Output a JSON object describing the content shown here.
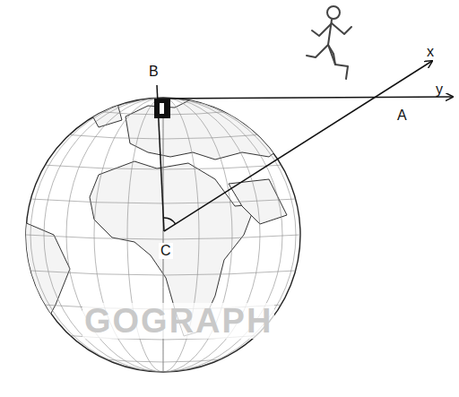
{
  "diagram": {
    "labels": [
      "B",
      "A",
      "C",
      "x",
      "y",
      "GOGRAPH"
    ]
  }
}
